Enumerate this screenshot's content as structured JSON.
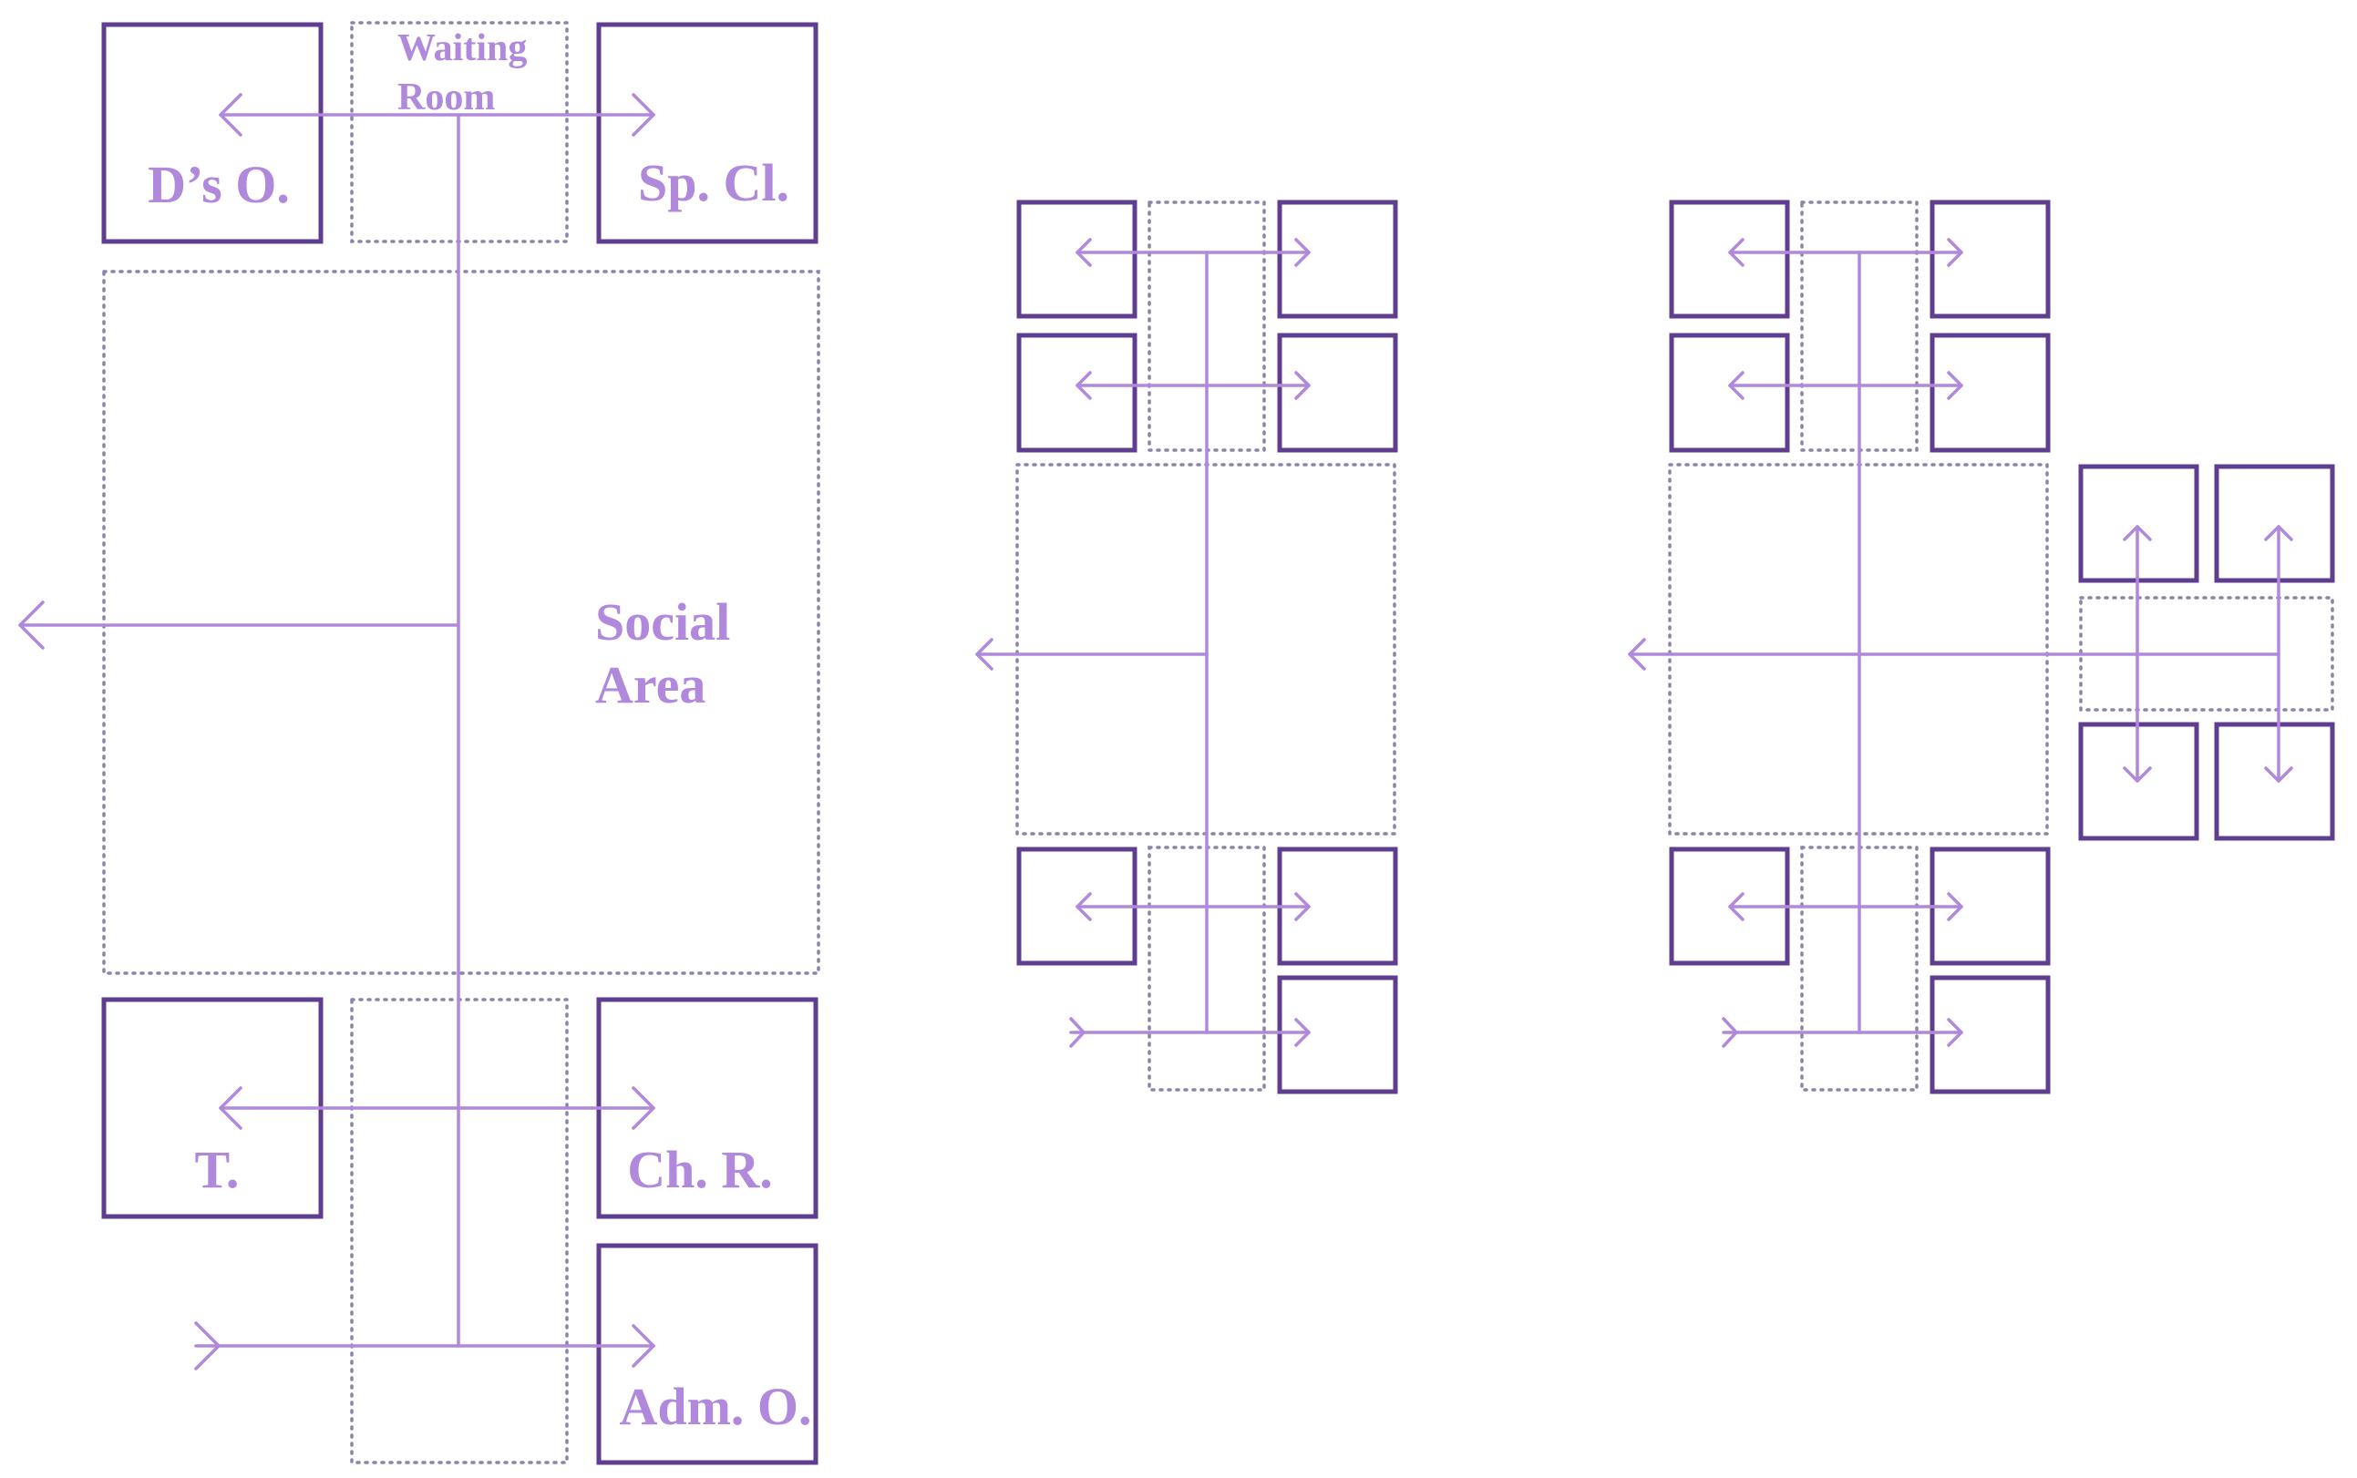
{
  "colors": {
    "room_outline": "#5f3d8f",
    "circulation_outline": "#8a84a8",
    "flow_and_labels": "#b088dc",
    "background": "#ffffff"
  },
  "labels": {
    "directors_office": "D’s O.",
    "waiting_room_line1": "Waiting",
    "waiting_room_line2": "Room",
    "special_clinic": "Sp. Cl.",
    "social_area_line1": "Social",
    "social_area_line2": "Area",
    "toilet": "T.",
    "changing_room": "Ch. R.",
    "admin_office": "Adm. O."
  }
}
